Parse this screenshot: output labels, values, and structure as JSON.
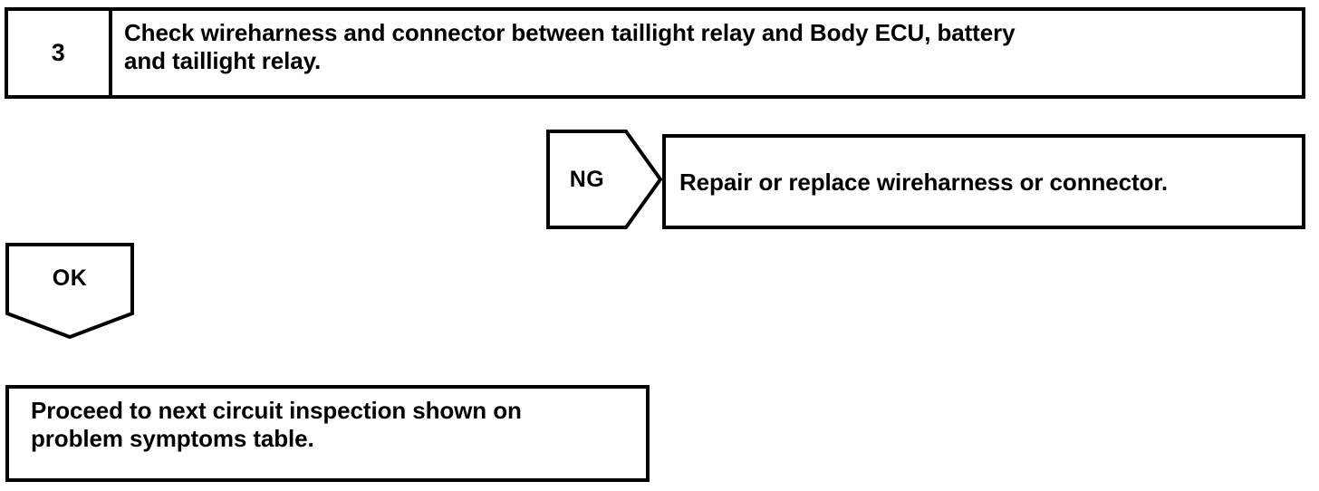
{
  "flowchart": {
    "step": {
      "number": "3",
      "instruction": "Check wireharness and connector between taillight relay and Body ECU, battery\nand taillight relay."
    },
    "branches": {
      "ng": {
        "label": "NG",
        "result": "Repair or replace wireharness or connector."
      },
      "ok": {
        "label": "OK",
        "result": "Proceed to next circuit inspection shown on\nproblem symptoms table."
      }
    },
    "colors": {
      "ink": "#000000",
      "paper": "#ffffff"
    }
  }
}
